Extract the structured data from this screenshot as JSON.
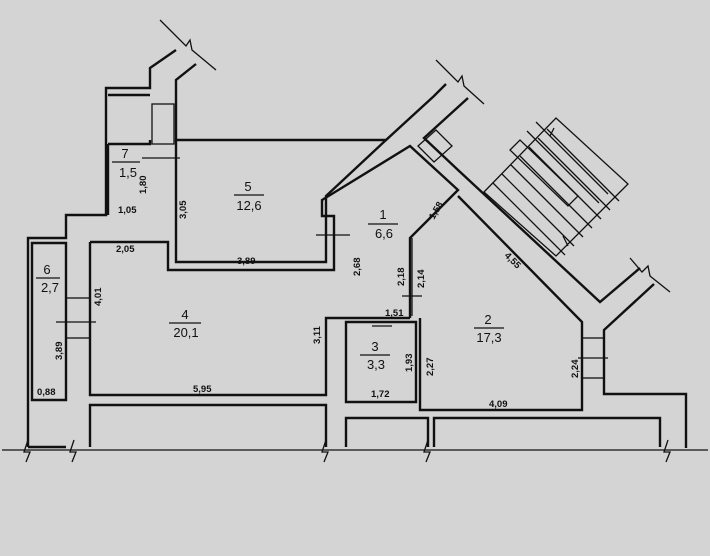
{
  "colors": {
    "background": "#d4d4d4",
    "ink": "#111111"
  },
  "rooms": [
    {
      "num": "1",
      "area": "6,6"
    },
    {
      "num": "2",
      "area": "17,3"
    },
    {
      "num": "3",
      "area": "3,3"
    },
    {
      "num": "4",
      "area": "20,1"
    },
    {
      "num": "5",
      "area": "12,6"
    },
    {
      "num": "6",
      "area": "2,7"
    },
    {
      "num": "7",
      "area": "1,5"
    }
  ],
  "dims": {
    "d1_80": "1,80",
    "d1_05": "1,05",
    "d3_05": "3,05",
    "d2_05": "2,05",
    "d3_89_top": "3,89",
    "d2_68": "2,68",
    "d1_58": "1,58",
    "d4_55": "4,55",
    "d2_18": "2,18",
    "d2_14": "2,14",
    "d1_51": "1,51",
    "d4_01": "4,01",
    "d3_11": "3,11",
    "d1_93": "1,93",
    "d2_27": "2,27",
    "d2_24": "2,24",
    "d3_89_left": "3,89",
    "d0_88": "0,88",
    "d5_95": "5,95",
    "d1_72": "1,72",
    "d4_09": "4,09"
  }
}
